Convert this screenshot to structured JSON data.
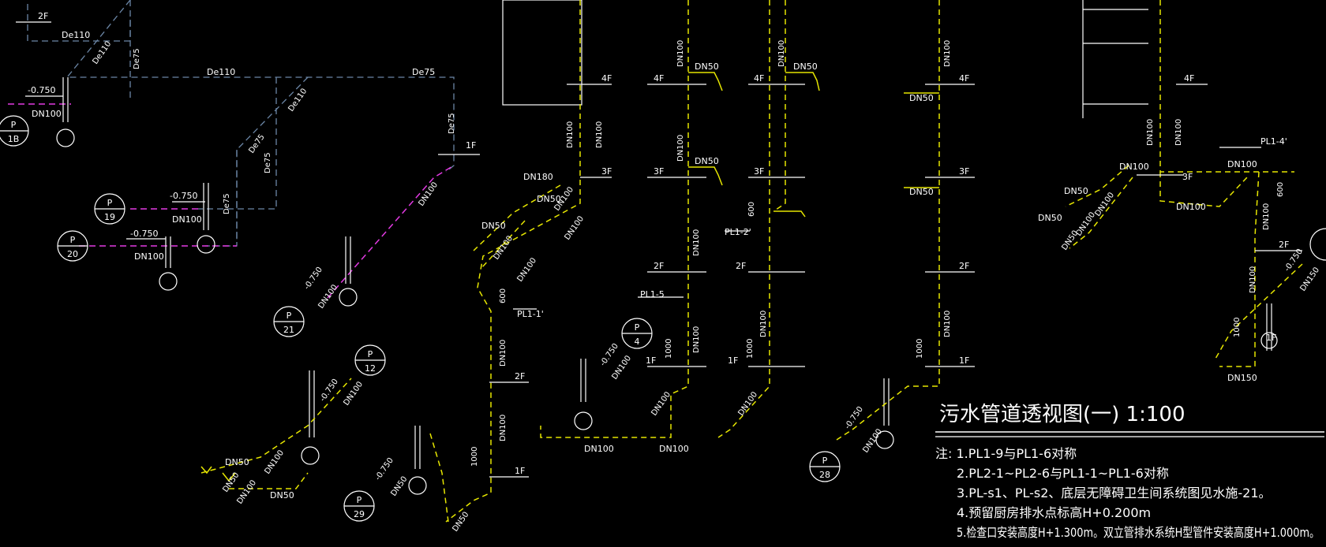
{
  "drawing": {
    "title": "污水管道透视图(一) 1:100",
    "notes": [
      "注: 1.PL1-9与PL1-6对称",
      "2.PL2-1~PL2-6与PL1-1~PL1-6对称",
      "3.PL-s1、PL-s2、底层无障碍卫生间系统图见水施-21。",
      "4.预留厨房排水点标高H+0.200m",
      "5.检查口安装高度H+1.300m。双立管排水系统H型管件安装高度H+1.000m。"
    ],
    "markers": [
      {
        "letter": "P",
        "num": "1B"
      },
      {
        "letter": "P",
        "num": "19"
      },
      {
        "letter": "P",
        "num": "20"
      },
      {
        "letter": "P",
        "num": "21"
      },
      {
        "letter": "P",
        "num": "12"
      },
      {
        "letter": "P",
        "num": "29"
      },
      {
        "letter": "P",
        "num": "4"
      },
      {
        "letter": "P",
        "num": "28"
      }
    ],
    "labels": {
      "f1": "1F",
      "f2": "2F",
      "f3": "3F",
      "f4": "4F",
      "dn50": "DN50",
      "dn100": "DN100",
      "dn150": "DN150",
      "dn180": "DN180",
      "de75": "De75",
      "de110": "De110",
      "elev": "-0.750",
      "h1000": "1000",
      "h600": "600",
      "pl11": "PL1-1'",
      "pl12": "PL1-2'",
      "pl15": "PL1-5",
      "pl14": "PL1-4'"
    },
    "colors": {
      "background": "#000000",
      "pipe_yellow": "#e6e600",
      "pipe_magenta": "#e23ae2",
      "pipe_blue": "#6b86a6",
      "text": "#ffffff"
    }
  }
}
